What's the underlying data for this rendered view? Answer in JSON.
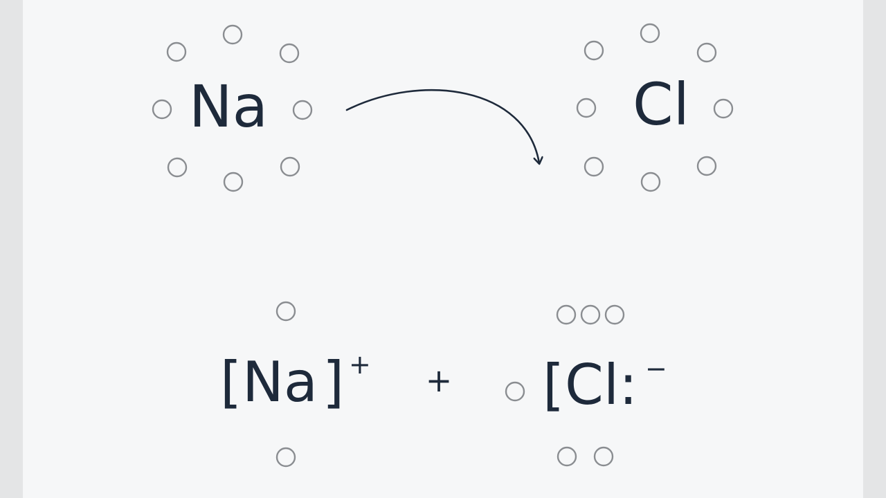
{
  "atoms": {
    "sodium": "Na",
    "chlorine": "Cl"
  },
  "ions": {
    "sodium_symbol": "Na",
    "sodium_charge": "+",
    "chloride_symbol": "Cl:",
    "chloride_charge": "−",
    "open_bracket": "[",
    "close_bracket": "]",
    "joiner": "+"
  },
  "colors": {
    "text": "#1e2a3b",
    "electron_outline": "#8a8d91",
    "background": "#f6f7f8"
  },
  "icons": {
    "transfer_arrow": "curved-arrow-icon",
    "electron": "electron-dot-icon"
  }
}
